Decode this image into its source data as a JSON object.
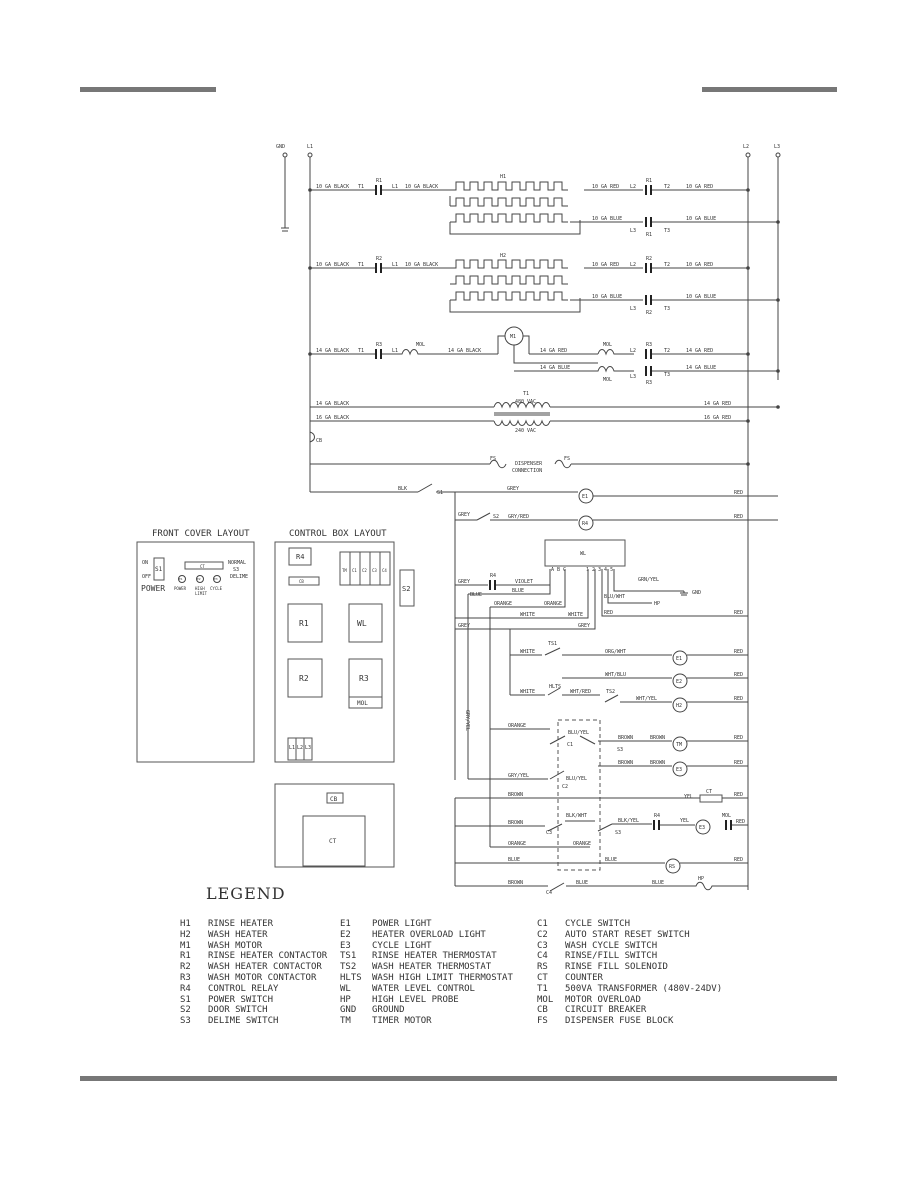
{
  "wires": {
    "gnd": "GND",
    "l1": "L1",
    "l2": "L2",
    "l3": "L3",
    "black10": "10 GA BLACK",
    "red10": "10 GA RED",
    "blue10": "10 GA BLUE",
    "black14": "14 GA BLACK",
    "red14": "14 GA RED",
    "blue14": "14 GA BLUE",
    "black16": "16 GA BLACK",
    "red16": "16 GA RED",
    "t1": "T1",
    "t2": "T2",
    "t3": "T3",
    "L1": "L1",
    "L2": "L2",
    "L3": "L3",
    "r1": "R1",
    "r2": "R2",
    "r3": "R3",
    "r4": "R4",
    "h1": "H1",
    "h2": "H2",
    "m1": "M1",
    "mol": "MOL",
    "tx": "T1",
    "v480": "480 VAC",
    "v240": "240 VAC",
    "cb": "CB",
    "fs": "FS",
    "dispenser1": "DISPENSER",
    "dispenser2": "CONNECTION",
    "blk": "BLK",
    "s1": "S1",
    "s2": "S2",
    "grey": "GREY",
    "gryred": "GRY/RED",
    "red": "RED",
    "e1": "E1",
    "e2": "E2",
    "e3": "E3",
    "r4label": "R4",
    "a": "A",
    "b": "B",
    "wl": "WL",
    "abc": "A B C",
    "nums": "1 2 3 4 5",
    "grnyel": "GRN/YEL",
    "gndl": "GND",
    "violet": "VIOLET",
    "blue": "BLUE",
    "orange": "ORANGE",
    "white": "WHITE",
    "grey2": "GREY",
    "bluwht": "BLU/WHT",
    "hp": "HP",
    "ts1": "TS1",
    "orgwht": "ORG/WHT",
    "whtblu": "WHT/BLU",
    "hlts": "HLTS",
    "ts2": "TS2",
    "whtred": "WHT/RED",
    "whtyel": "WHT/YEL",
    "gryyel": "GRY/YEL",
    "c1": "C1",
    "c2": "C2",
    "c3": "C3",
    "c4": "C4",
    "s3": "S3",
    "bluyel": "BLU/YEL",
    "brown": "BROWN",
    "tm": "TM",
    "yel": "YEL",
    "ct": "CT",
    "blkwht": "BLK/WHT",
    "blkyel": "BLK/YEL",
    "rs": "RS"
  },
  "front_cover": {
    "title": "FRONT COVER LAYOUT",
    "s1": "S1",
    "on": "ON",
    "off": "OFF",
    "power": "POWER",
    "ct": "CT",
    "normal": "NORMAL",
    "s3": "S3",
    "delime": "DELIME",
    "e1": "E1",
    "e2": "E2",
    "e3": "E3",
    "lamp_power": "POWER",
    "lamp_high": "HIGH",
    "lamp_limit": "LIMIT",
    "lamp_cycle": "CYCLE"
  },
  "control_box": {
    "title": "CONTROL BOX LAYOUT",
    "r4": "R4",
    "cb": "CB",
    "tm": "TM",
    "c1": "C1",
    "c2": "C2",
    "c3": "C3",
    "c4": "C4",
    "s2": "S2",
    "r1": "R1",
    "wl": "WL",
    "r2": "R2",
    "r3": "R3",
    "mol": "MOL",
    "l1": "L1",
    "l2": "L2",
    "l3": "L3"
  },
  "lower_box": {
    "cb": "CB",
    "ct": "CT"
  },
  "legend": {
    "title": "LEGEND",
    "col1": [
      {
        "code": "H1",
        "desc": "RINSE HEATER"
      },
      {
        "code": "H2",
        "desc": "WASH HEATER"
      },
      {
        "code": "M1",
        "desc": "WASH MOTOR"
      },
      {
        "code": "R1",
        "desc": "RINSE HEATER CONTACTOR"
      },
      {
        "code": "R2",
        "desc": "WASH HEATER CONTACTOR"
      },
      {
        "code": "R3",
        "desc": "WASH MOTOR CONTACTOR"
      },
      {
        "code": "R4",
        "desc": "CONTROL RELAY"
      },
      {
        "code": "S1",
        "desc": "POWER SWITCH"
      },
      {
        "code": "S2",
        "desc": "DOOR SWITCH"
      },
      {
        "code": "S3",
        "desc": "DELIME SWITCH"
      }
    ],
    "col2": [
      {
        "code": "E1",
        "desc": "POWER LIGHT"
      },
      {
        "code": "E2",
        "desc": "HEATER OVERLOAD LIGHT"
      },
      {
        "code": "E3",
        "desc": "CYCLE LIGHT"
      },
      {
        "code": "TS1",
        "desc": "RINSE HEATER THERMOSTAT"
      },
      {
        "code": "TS2",
        "desc": "WASH HEATER THERMOSTAT"
      },
      {
        "code": "HLTS",
        "desc": "WASH HIGH LIMIT THERMOSTAT"
      },
      {
        "code": "WL",
        "desc": "WATER LEVEL CONTROL"
      },
      {
        "code": "HP",
        "desc": "HIGH LEVEL PROBE"
      },
      {
        "code": "GND",
        "desc": "GROUND"
      },
      {
        "code": "TM",
        "desc": "TIMER MOTOR"
      }
    ],
    "col3": [
      {
        "code": "C1",
        "desc": "CYCLE SWITCH"
      },
      {
        "code": "C2",
        "desc": "AUTO START RESET SWITCH"
      },
      {
        "code": "C3",
        "desc": "WASH CYCLE SWITCH"
      },
      {
        "code": "C4",
        "desc": "RINSE/FILL SWITCH"
      },
      {
        "code": "RS",
        "desc": "RINSE FILL SOLENOID"
      },
      {
        "code": "CT",
        "desc": "COUNTER"
      },
      {
        "code": "T1",
        "desc": "500VA TRANSFORMER (480V-24DV)"
      },
      {
        "code": "MOL",
        "desc": "MOTOR OVERLOAD"
      },
      {
        "code": "CB",
        "desc": "CIRCUIT BREAKER"
      },
      {
        "code": "FS",
        "desc": "DISPENSER FUSE BLOCK"
      }
    ]
  }
}
